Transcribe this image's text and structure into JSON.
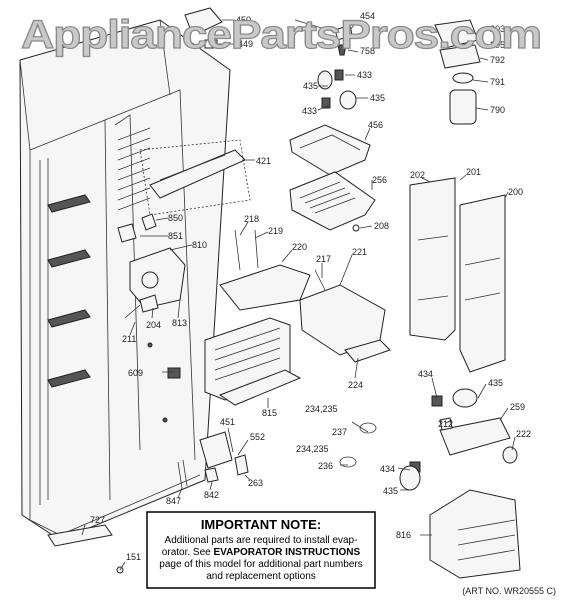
{
  "watermark": "AppliancePartsPros.com",
  "note": {
    "title": "IMPORTANT NOTE:",
    "line1": "Additional parts are required to install evap-",
    "line2_pre": "orator.  See ",
    "line2_bold": "EVAPORATOR INSTRUCTIONS",
    "line3": "page of this model for additional part numbers",
    "line4": "and replacement options"
  },
  "art_no": "(ART NO. WR20555 C)",
  "callouts": [
    "450",
    "449",
    "454",
    "758",
    "203",
    "205",
    "792",
    "791",
    "790",
    "433",
    "435",
    "433",
    "435",
    "456",
    "421",
    "256",
    "208",
    "202",
    "201",
    "200",
    "850",
    "851",
    "810",
    "218",
    "219",
    "220",
    "217",
    "221",
    "204",
    "211",
    "813",
    "609",
    "815",
    "224",
    "434",
    "435",
    "212",
    "259",
    "222",
    "234,235",
    "237",
    "451",
    "552",
    "234,235",
    "236",
    "434",
    "435",
    "847",
    "842",
    "263",
    "727",
    "151",
    "816"
  ]
}
